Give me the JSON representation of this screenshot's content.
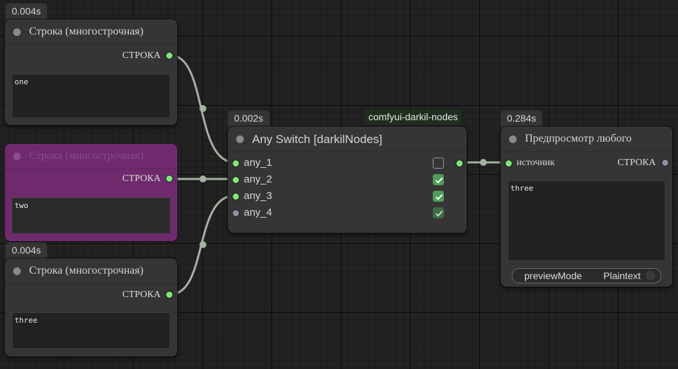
{
  "nodes": {
    "string1": {
      "time": "0.004s",
      "title": "Строка (многострочная)",
      "output_label": "СТРОКА",
      "text": "one"
    },
    "string2": {
      "title": "Строка (многострочная)",
      "output_label": "СТРОКА",
      "text": "two",
      "bypassed": true,
      "bypass_color": "#6f2a6d"
    },
    "string3": {
      "time": "0.004s",
      "title": "Строка (многострочная)",
      "output_label": "СТРОКА",
      "text": "three"
    },
    "any_switch": {
      "time": "0.002s",
      "group_label": "comfyui-darkil-nodes",
      "title": "Any Switch [darkilNodes]",
      "inputs": [
        {
          "label": "any_1",
          "checked": false,
          "connected": true
        },
        {
          "label": "any_2",
          "checked": true,
          "connected": true
        },
        {
          "label": "any_3",
          "checked": true,
          "connected": true
        },
        {
          "label": "any_4",
          "checked": true,
          "connected": false
        }
      ]
    },
    "preview": {
      "time": "0.284s",
      "title": "Предпросмотр любого",
      "input_label": "источник",
      "output_label": "СТРОКА",
      "text": "three",
      "widget": {
        "name": "previewMode",
        "value": "Plaintext"
      }
    }
  },
  "colors": {
    "canvas": "#222222",
    "node_bg": "#353535",
    "slot_connected": "#7fe87a",
    "wire": "#a3b39f",
    "checkbox_on": "#4f9d57"
  }
}
